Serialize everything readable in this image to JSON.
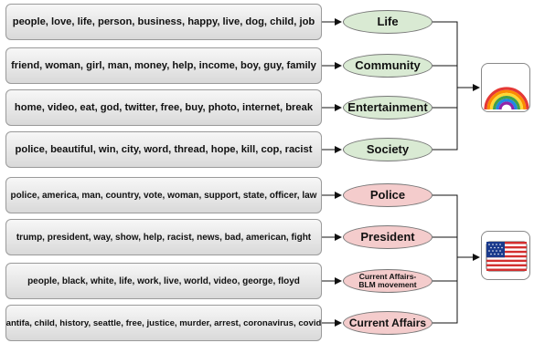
{
  "green_group": {
    "rows": [
      {
        "keywords": "people, love, life, person, business, happy, live, dog, child, job",
        "topic": "Life"
      },
      {
        "keywords": "friend, woman, girl, man, money, help, income, boy, guy, family",
        "topic": "Community"
      },
      {
        "keywords": "home, video, eat, god, twitter, free, buy, photo, internet, break",
        "topic": "Entertainment"
      },
      {
        "keywords": "police, beautiful, win, city, word, thread, hope, kill, cop, racist",
        "topic": "Society"
      }
    ],
    "icon": "rainbow-icon"
  },
  "pink_group": {
    "rows": [
      {
        "keywords": "police, america, man, country, vote, woman, support, state, officer, law",
        "topic": "Police"
      },
      {
        "keywords": "trump, president, way, show, help, racist, news, bad, american, fight",
        "topic": "President"
      },
      {
        "keywords": "people, black, white, life, work, live, world, video, george, floyd",
        "topic": "Current Affairs-BLM movement"
      },
      {
        "keywords": "antifa, child, history, seattle, free, justice, murder, arrest, coronavirus, covid",
        "topic": "Current Affairs"
      }
    ],
    "icon": "us-flag-icon"
  },
  "colors": {
    "green_topic": "#d9ead3",
    "pink_topic": "#f4cccc"
  }
}
